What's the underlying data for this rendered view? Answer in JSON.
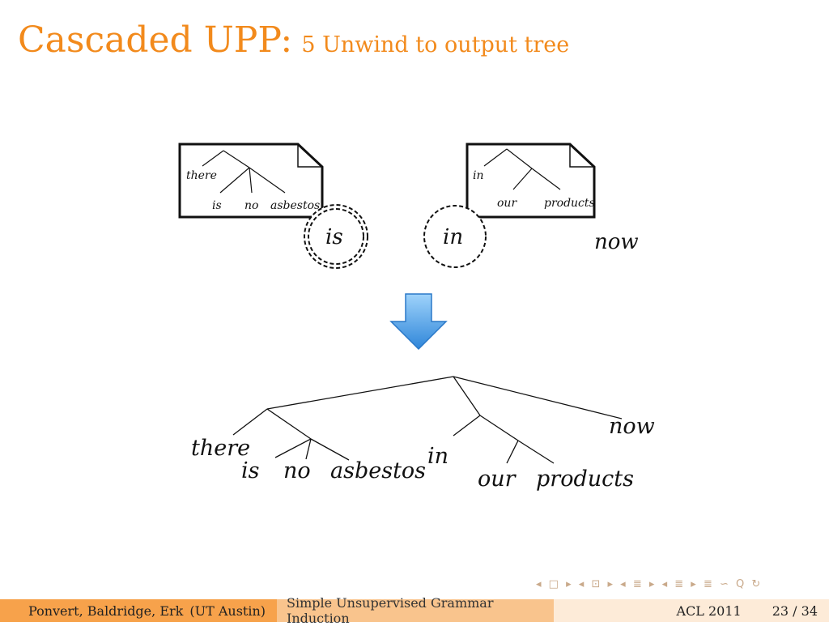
{
  "title": {
    "main": "Cascaded UPP:",
    "sub": "5 Unwind to output tree"
  },
  "chunks": {
    "left": {
      "words": [
        "there",
        "is",
        "no",
        "asbestos"
      ]
    },
    "right": {
      "words": [
        "in",
        "our",
        "products"
      ]
    }
  },
  "pseudo_words": [
    "is",
    "in",
    "now"
  ],
  "output_tree": {
    "words": [
      "there",
      "is",
      "no",
      "asbestos",
      "in",
      "our",
      "products",
      "now"
    ]
  },
  "navigation": {
    "symbols": [
      "◂",
      "□",
      "▸",
      "◂",
      "⊡",
      "▸",
      "◂",
      "≣",
      "▸",
      "◂",
      "≣",
      "▸",
      "≣",
      "∽",
      "Q",
      "↻"
    ]
  },
  "footer": {
    "authors": "Ponvert, Baldridge, Erk",
    "affiliation": "(UT Austin)",
    "talk_title": "Simple Unsupervised Grammar Induction",
    "venue": "ACL 2011",
    "page": "23 / 34"
  },
  "colors": {
    "accent": "#f28a1c",
    "arrow": "#4a9fe6"
  }
}
